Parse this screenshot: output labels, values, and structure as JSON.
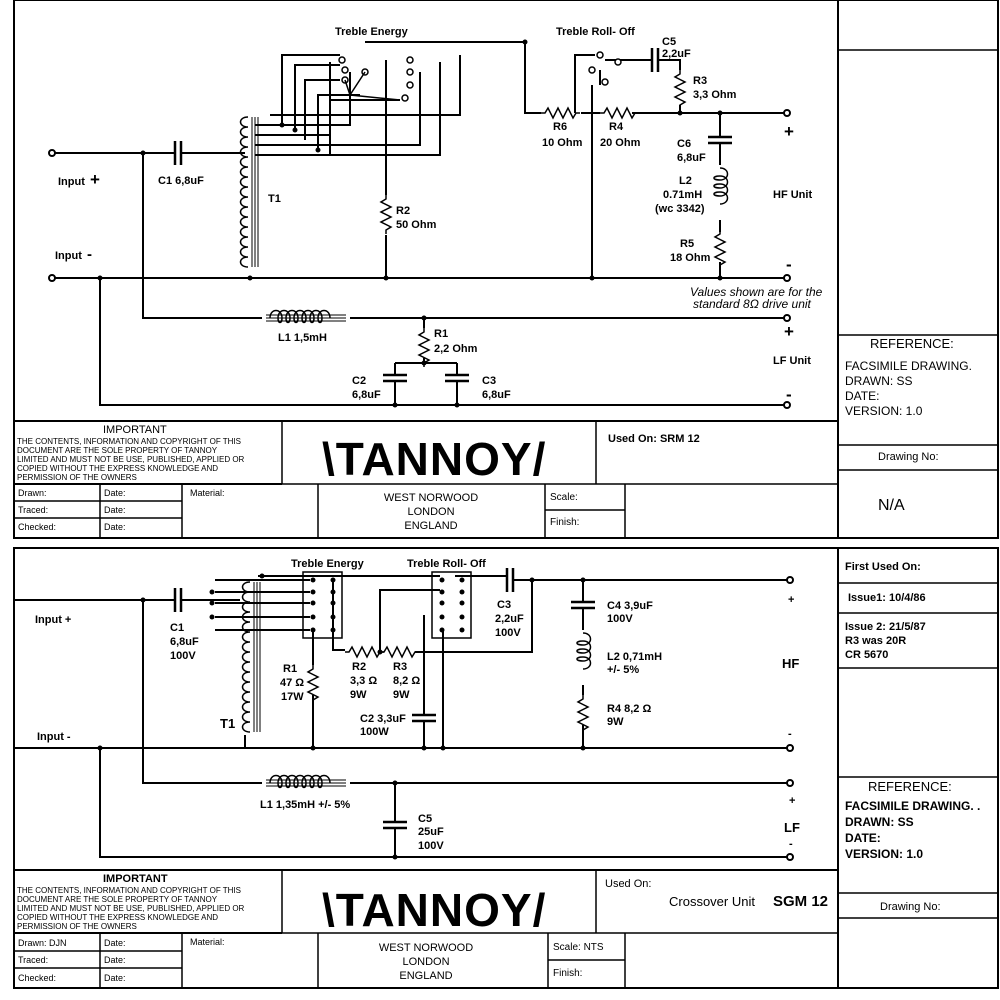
{
  "sheet1": {
    "labels": {
      "treble_energy": "Treble Energy",
      "treble_rolloff": "Treble Roll- Off",
      "c5": "C5",
      "c5v": "2,2uF",
      "r3": "R3",
      "r3v": "3,3  Ohm",
      "r6": "R6",
      "r6v": "10 Ohm",
      "r4": "R4",
      "r4v": "20 Ohm",
      "c6": "C6",
      "c6v": "6,8uF",
      "l2": "L2",
      "l2v": "0.71mH",
      "l2w": "(wc 3342)",
      "r5": "R5",
      "r5v": "18  Ohm",
      "hf_plus": "+",
      "hf_unit": "HF  Unit",
      "hf_minus": "-",
      "note1": "Values shown  are for the",
      "note2": "standard 8Ω  drive unit",
      "input_plus": "Input",
      "input_plus_sign": "+",
      "input_minus": "Input",
      "input_minus_sign": "-",
      "c1": "C1 6,8uF",
      "t1": "T1",
      "r2": "R2",
      "r2v": "50  Ohm",
      "l1": "L1  1,5mH",
      "r1": "R1",
      "r1v": "2,2  Ohm",
      "c2": "C2",
      "c2v": "6,8uF",
      "c3": "C3",
      "c3v": "6,8uF",
      "lf_plus": "+",
      "lf_unit": "LF Unit",
      "lf_minus": "-"
    },
    "title_block": {
      "important_title": "IMPORTANT",
      "important_lines": [
        "THE CONTENTS, INFORMATION AND COPYRIGHT OF THIS",
        "DOCUMENT  ARE  THE  SOLE  PROPERTY  OF  TANNOY",
        "LIMITED AND MUST NOT BE USE, PUBLISHED, APPLIED OR",
        "COPIED   WITHOUT   THE   EXPRESS   KNOWLEDGE   AND",
        "PERMISSION OF THE OWNERS"
      ],
      "logo": "\\TANNOY/",
      "address": [
        "WEST NORWOOD",
        "LONDON",
        "ENGLAND"
      ],
      "used_on": "Used On:  SRM 12",
      "drawn": "Drawn:",
      "traced": "Traced:",
      "checked": "Checked:",
      "date": "Date:",
      "material": "Material:",
      "scale": "Scale:",
      "finish": "Finish:"
    },
    "side": {
      "reference": "REFERENCE:",
      "lines": [
        "FACSIMILE DRAWING.",
        "DRAWN: SS",
        "DATE:",
        "VERSION: 1.0"
      ],
      "drawing_no": "Drawing No:",
      "drawing_no_value": "N/A"
    }
  },
  "sheet2": {
    "labels": {
      "treble_energy": "Treble  Energy",
      "treble_rolloff": "Treble  Roll- Off",
      "input_plus": "Input +",
      "input_minus": "Input -",
      "c1": "C1",
      "c1v": "6,8uF",
      "c1r": "100V",
      "t1": "T1",
      "r1": "R1",
      "r1v": "47 Ω",
      "r1w": "17W",
      "r2": "R2",
      "r2v": "3,3  Ω",
      "r2w": "9W",
      "r3": "R3",
      "r3v": "8,2  Ω",
      "r3w": "9W",
      "c2": "C2  3,3uF",
      "c2r": "100W",
      "c3": "C3",
      "c3v": "2,2uF",
      "c3r": "100V",
      "c4": "C4  3,9uF",
      "c4r": "100V",
      "l2": "L2  0,71mH",
      "l2t": "+/- 5%",
      "r4": "R4  8,2 Ω",
      "r4w": "9W",
      "hf": "HF",
      "hf_plus": "+",
      "hf_minus": "-",
      "l1": "L1  1,35mH +/- 5%",
      "c5": "C5",
      "c5v": "25uF",
      "c5r": "100V",
      "lf": "LF",
      "lf_plus": "+",
      "lf_minus": "-"
    },
    "title_block": {
      "important_title": "IMPORTANT",
      "important_lines": [
        "THE CONTENTS, INFORMATION AND COPYRIGHT OF THIS",
        "DOCUMENT  ARE  THE  SOLE  PROPERTY  OF  TANNOY",
        "LIMITED AND MUST NOT BE USE, PUBLISHED, APPLIED OR",
        "COPIED   WITHOUT   THE   EXPRESS   KNOWLEDGE   AND",
        "PERMISSION OF THE OWNERS"
      ],
      "logo": "\\TANNOY/",
      "address": [
        "WEST NORWOOD",
        "LONDON",
        "ENGLAND"
      ],
      "used_on": "Used On:",
      "crossover": "Crossover  Unit",
      "model": "SGM 12",
      "drawn": "Drawn: DJN",
      "traced": "Traced:",
      "checked": "Checked:",
      "date": "Date:",
      "material": "Material:",
      "scale": "Scale: NTS",
      "finish": "Finish:"
    },
    "side": {
      "first_used": "First Used On:",
      "issue1": "Issue1:  10/4/86",
      "issue2": [
        "Issue 2: 21/5/87",
        "R3 was 20R",
        "CR  5670"
      ],
      "reference": "REFERENCE:",
      "lines": [
        "FACSIMILE DRAWING. .",
        "DRAWN: SS",
        "DATE:",
        "VERSION: 1.0"
      ],
      "drawing_no": "Drawing No:"
    }
  }
}
